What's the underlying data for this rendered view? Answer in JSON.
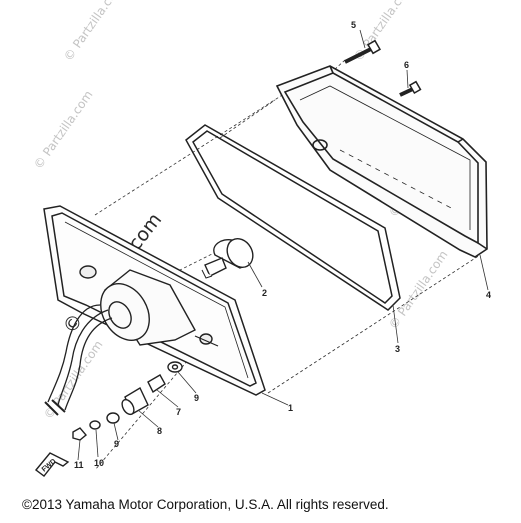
{
  "watermark": {
    "small_text": "© Partzilla.com",
    "large_text": "© Partzilla.com"
  },
  "callouts": [
    {
      "id": "1",
      "label": "1"
    },
    {
      "id": "2",
      "label": "2"
    },
    {
      "id": "3",
      "label": "3"
    },
    {
      "id": "4",
      "label": "4"
    },
    {
      "id": "5",
      "label": "5"
    },
    {
      "id": "6",
      "label": "6"
    },
    {
      "id": "7",
      "label": "7"
    },
    {
      "id": "8",
      "label": "8"
    },
    {
      "id": "9a",
      "label": "9"
    },
    {
      "id": "9b",
      "label": "9"
    },
    {
      "id": "10",
      "label": "10"
    },
    {
      "id": "11",
      "label": "11"
    }
  ],
  "front_arrow_label": "FWD",
  "copyright": "©2013  Yamaha Motor Corporation, U.S.A. All rights reserved."
}
